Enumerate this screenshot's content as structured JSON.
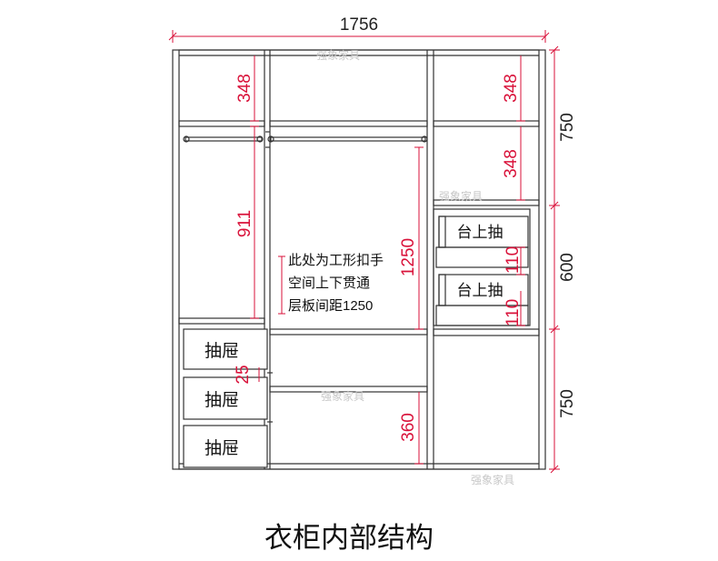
{
  "title": "衣柜内部结构",
  "watermark": "强象家具",
  "colors": {
    "dimension": "#d9123a",
    "line": "#333333",
    "text": "#111111"
  },
  "dimensions": {
    "overall_width": "1756",
    "left_top_shelf": "348",
    "left_hanging": "911",
    "drawer_gap": "25",
    "middle_hanging": "1250",
    "middle_bottom_shelf": "360",
    "right_top_shelf_1": "348",
    "right_top_shelf_2": "348",
    "drawer_height_1": "110",
    "drawer_height_2": "110",
    "right_upper_section": "750",
    "right_middle_section": "600",
    "right_lower_section": "750"
  },
  "note": {
    "line1": "此处为工形扣手",
    "line2": "空间上下贯通",
    "line3": "层板间距1250"
  },
  "left_drawers": [
    "抽屉",
    "抽屉",
    "抽屉"
  ],
  "right_drawers": [
    "台上抽",
    "台上抽"
  ]
}
